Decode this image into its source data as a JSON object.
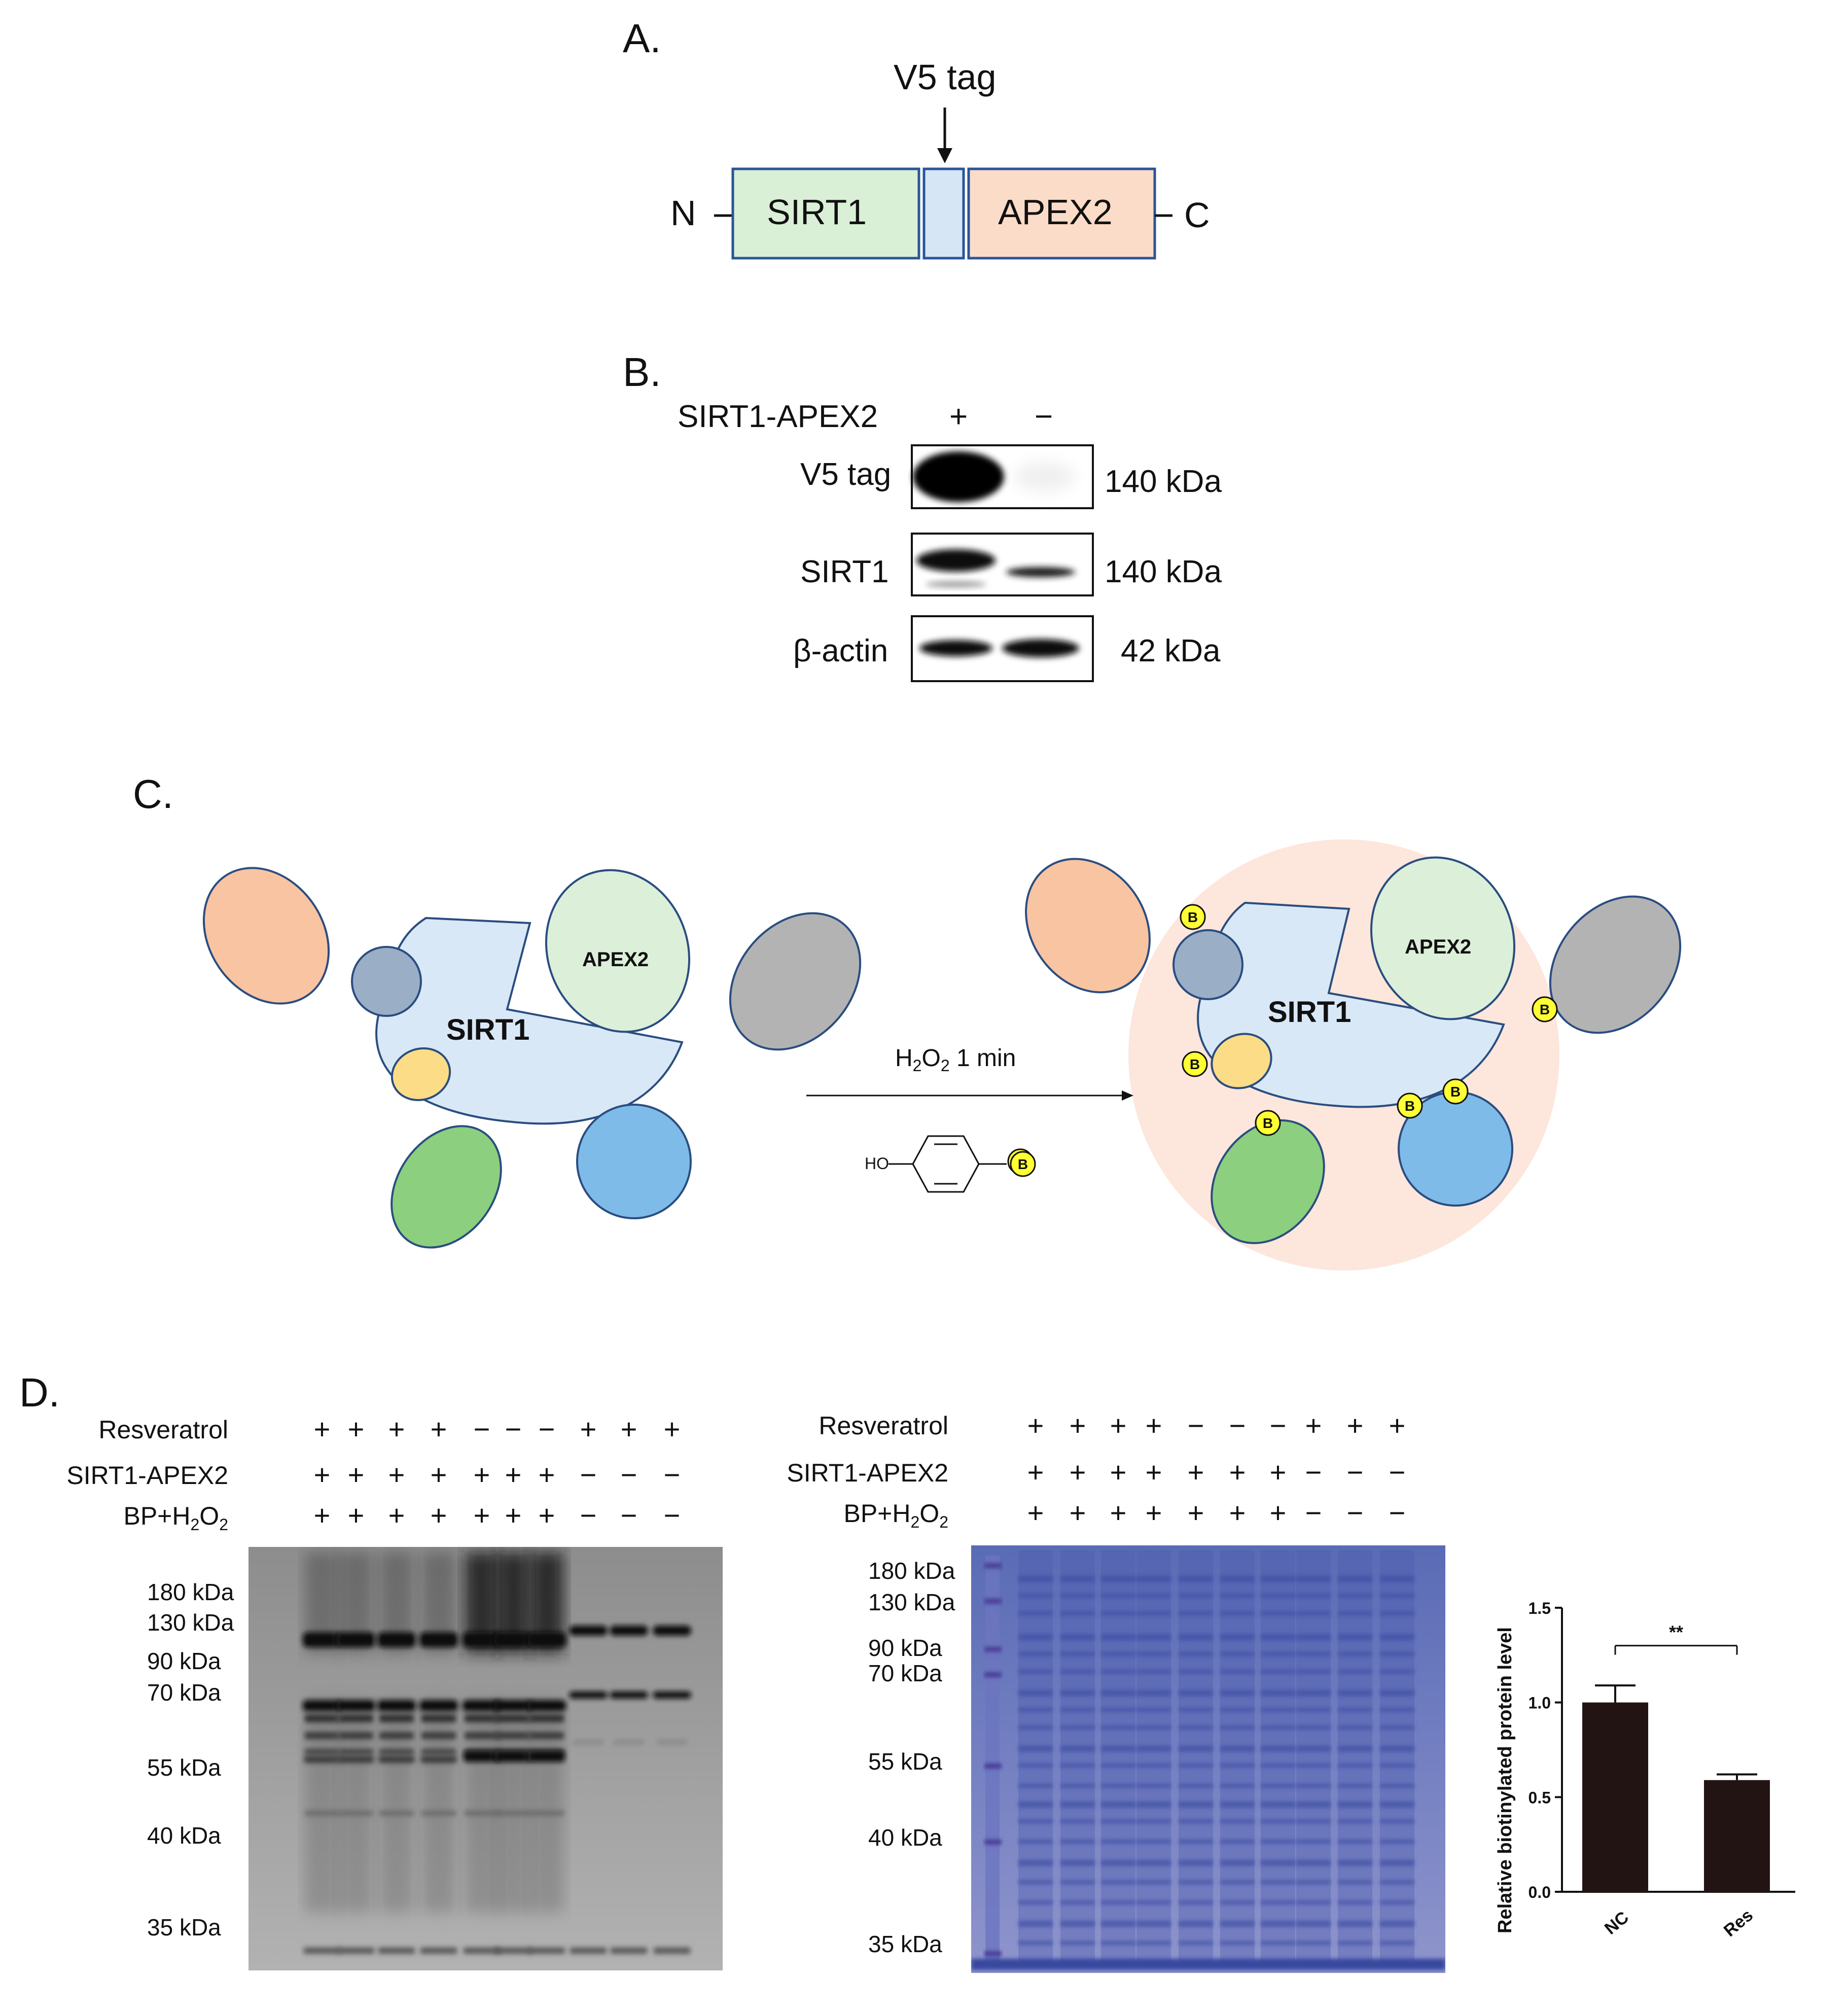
{
  "panels": {
    "a": "A.",
    "b": "B.",
    "c": "C.",
    "d": "D."
  },
  "panel_a": {
    "n_terminus": "N",
    "c_terminus": "C",
    "tag_label": "V5 tag",
    "domain_1": "SIRT1",
    "domain_2": "APEX2",
    "colors": {
      "sirt1": "#d9efd6",
      "tag": "#d6e6f5",
      "apex2": "#fbdcc8",
      "border": "#2a5596"
    }
  },
  "panel_b": {
    "construct_label": "SIRT1-APEX2",
    "lanes": [
      "+",
      "−"
    ],
    "blots": [
      {
        "target": "V5 tag",
        "size": "140 kDa"
      },
      {
        "target": "SIRT1",
        "size": "140 kDa"
      },
      {
        "target": "β-actin",
        "size": "42 kDa"
      }
    ]
  },
  "panel_c": {
    "enzyme": "APEX2",
    "protein": "SIRT1",
    "reaction_prefix": "H",
    "reaction_sub1": "2",
    "reaction_o": "O",
    "reaction_sub2": "2",
    "reaction_suffix": " 1 min",
    "probe_ho": "HO",
    "biotin": "B",
    "colors": {
      "halo": "#fde6dc",
      "sirt1": "#d9e8f6",
      "apex2": "#dcefd9",
      "orange": "#f9c4a2",
      "gray": "#b3b3b3",
      "steel": "#9aaec6",
      "yellow": "#fcdc86",
      "green": "#8ccf7e",
      "blue": "#7fbbe8",
      "biotin": "#ffff33"
    }
  },
  "panel_d": {
    "rows": [
      {
        "label": "Resveratrol",
        "signs": [
          "+",
          "+",
          "+",
          "+",
          "−",
          "−",
          "−",
          "+",
          "+",
          "+"
        ]
      },
      {
        "label": "SIRT1-APEX2",
        "signs": [
          "+",
          "+",
          "+",
          "+",
          "+",
          "+",
          "+",
          "−",
          "−",
          "−"
        ]
      },
      {
        "label": "BP+H",
        "sub1": "2",
        "mid": "O",
        "sub2": "2",
        "signs": [
          "+",
          "+",
          "+",
          "+",
          "+",
          "+",
          "+",
          "−",
          "−",
          "−"
        ]
      }
    ],
    "markers_left": [
      "180 kDa",
      "130 kDa",
      "90 kDa",
      "70 kDa",
      "55 kDa",
      "40 kDa",
      "35 kDa"
    ],
    "markers_right": [
      "180 kDa",
      "130 kDa",
      "90 kDa",
      "70 kDa",
      "55 kDa",
      "40 kDa",
      "35 kDa"
    ]
  },
  "chart_data": {
    "type": "bar",
    "categories": [
      "NC",
      "Res"
    ],
    "values": [
      1.0,
      0.59
    ],
    "errors": [
      0.09,
      0.03
    ],
    "ylabel": "Relative biotinylated protein level",
    "ylim": [
      0,
      1.5
    ],
    "yticks": [
      "0.0",
      "0.5",
      "1.0",
      "1.5"
    ],
    "significance": "**",
    "bar_color": "#231414"
  }
}
